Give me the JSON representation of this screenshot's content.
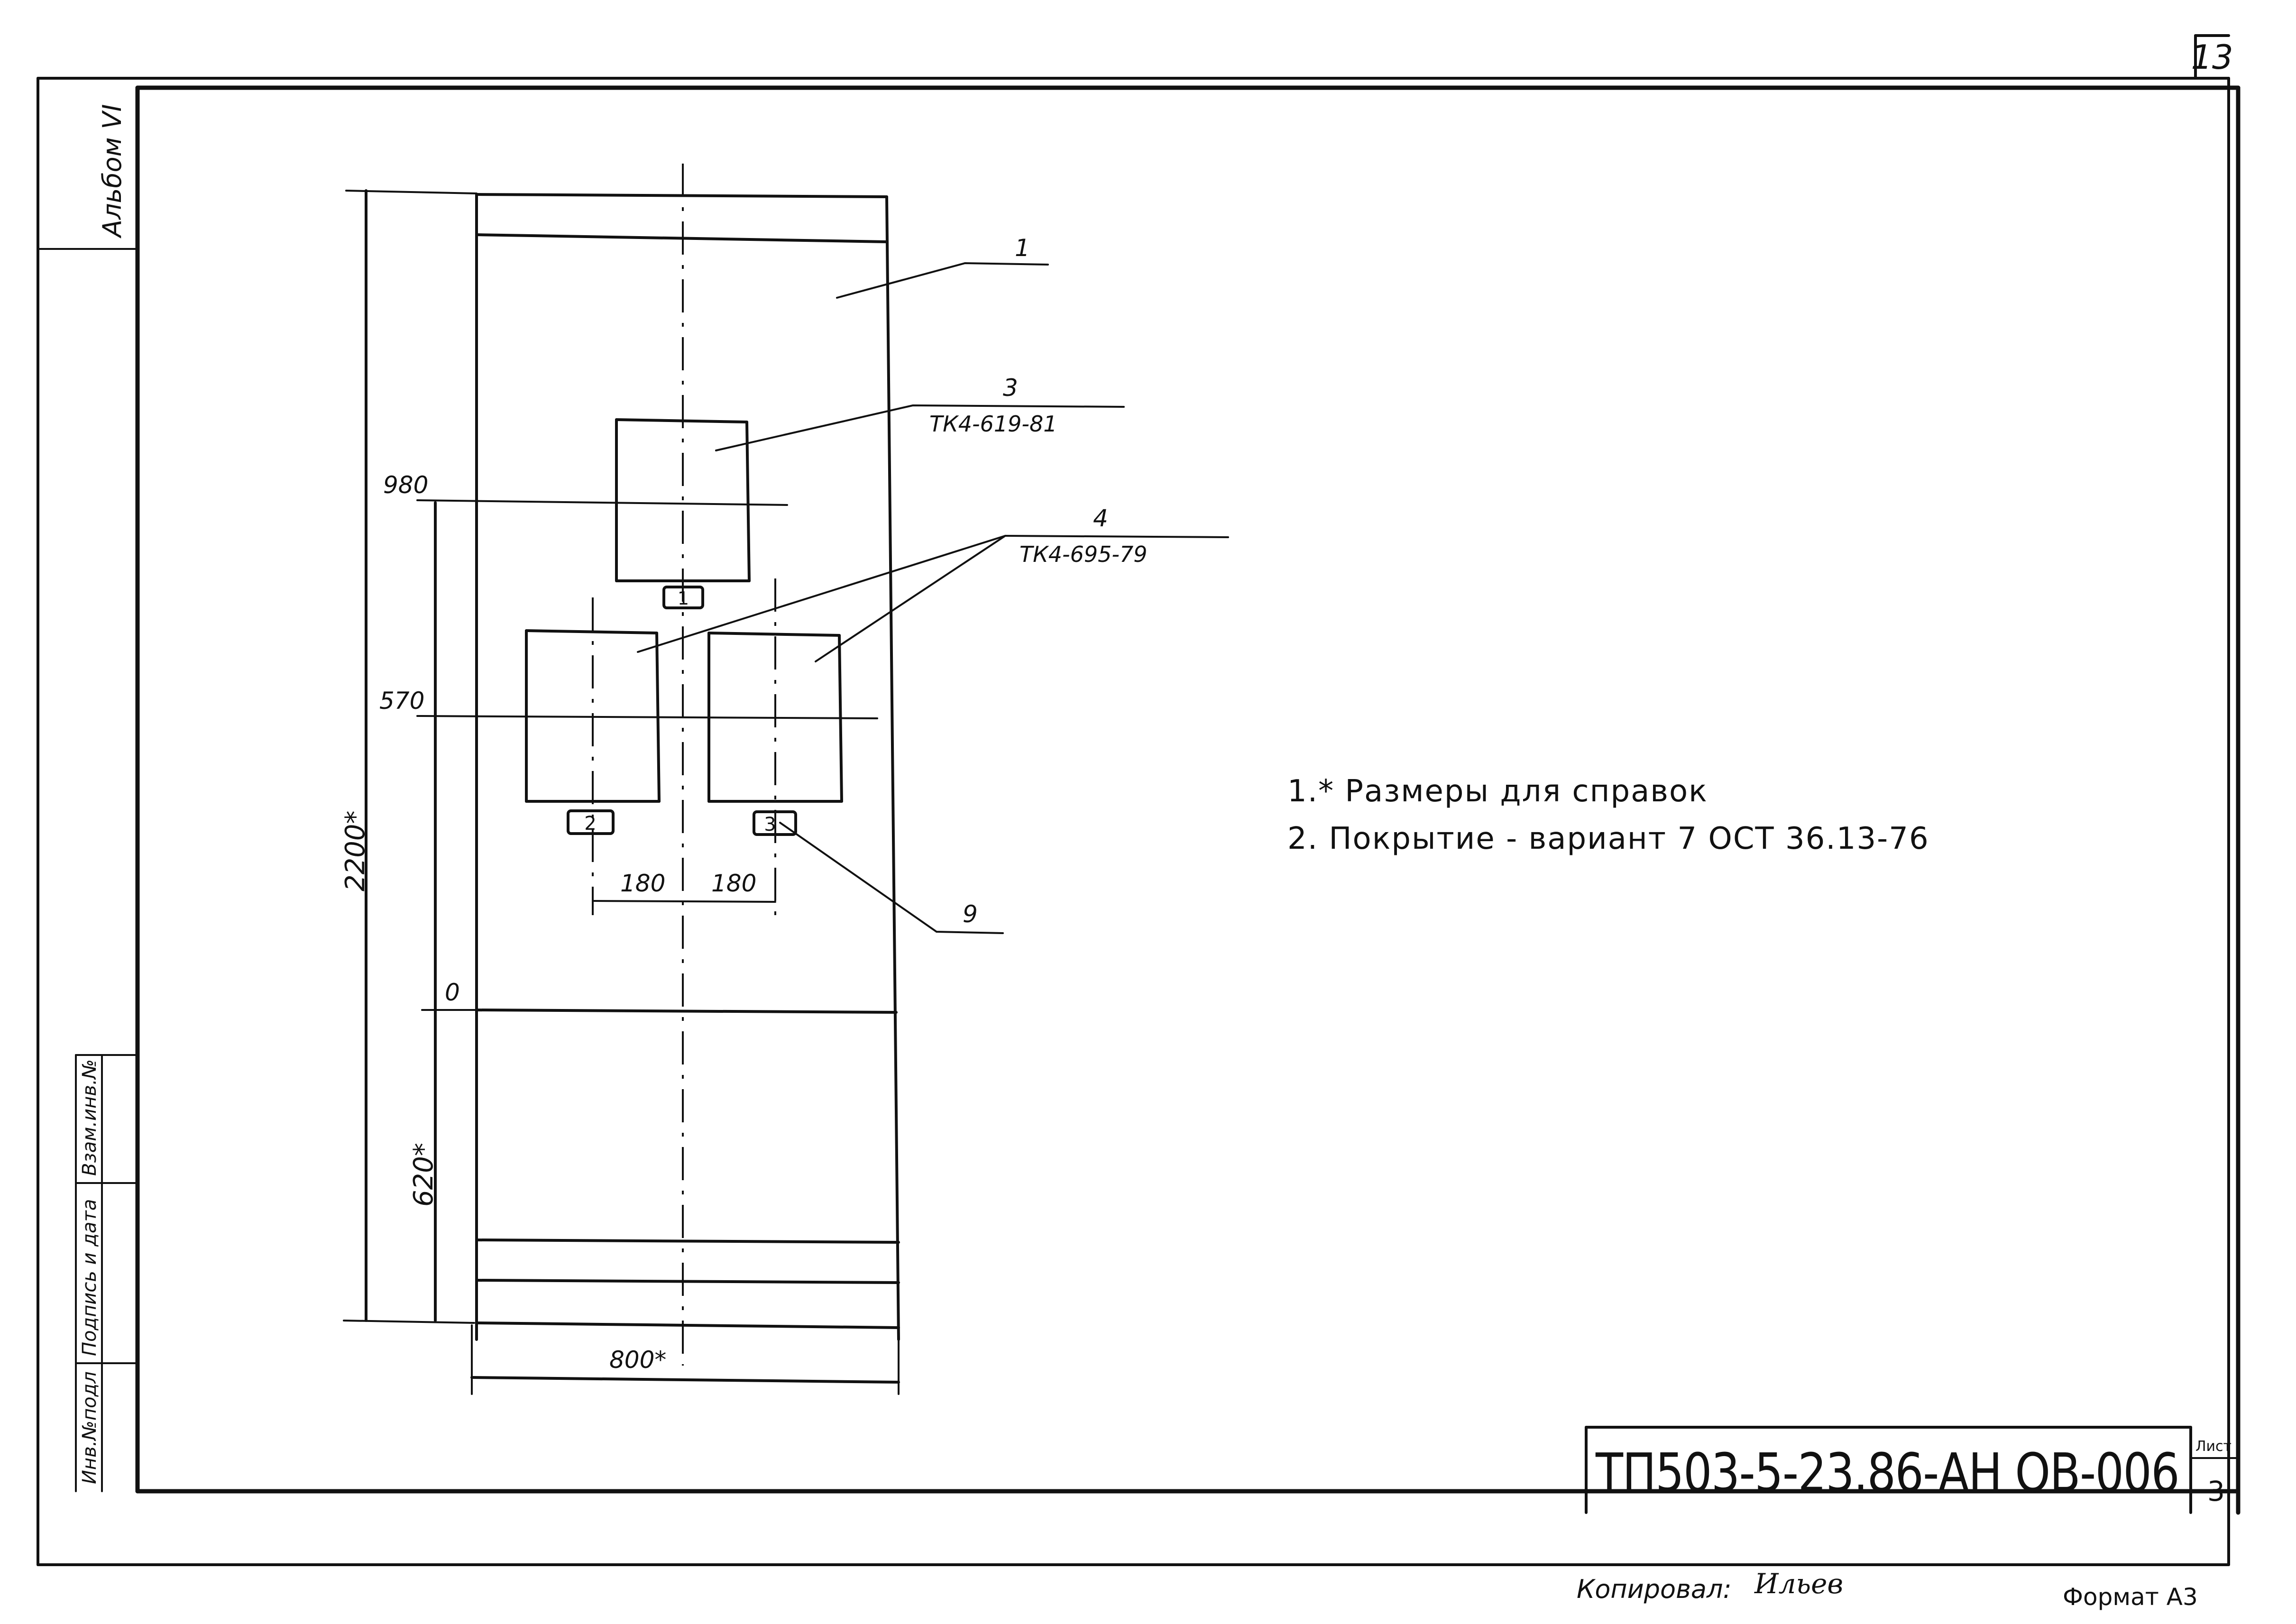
{
  "sheet": {
    "page_number": "13",
    "album": "Альбом VI",
    "sheet_label": "Лист",
    "sheet_no": "3",
    "doc_code": "ТП503-5-23.86-АН ОВ-006",
    "copied_by_label": "Копировал:",
    "copied_by_signature": "Ильев",
    "format": "Формат А3"
  },
  "side_stamps": [
    "Инв.№подл",
    "Подпись и дата",
    "Взам.инв.№"
  ],
  "notes": [
    "1.* Размеры для справок",
    "2. Покрытие - вариант 7 ОСТ 36.13-76"
  ],
  "callouts": {
    "item_1": "1",
    "item_3": "3",
    "item_3_ref": "ТК4-619-81",
    "item_4": "4",
    "item_4_ref": "ТК4-695-79",
    "item_9": "9"
  },
  "markers": [
    "1",
    "2",
    "3"
  ],
  "dimensions": {
    "overall_height": "2200*",
    "height_620": "620*",
    "level_980": "980",
    "level_570": "570",
    "level_0": "0",
    "spacing_left": "180",
    "spacing_right": "180",
    "width": "800*"
  }
}
